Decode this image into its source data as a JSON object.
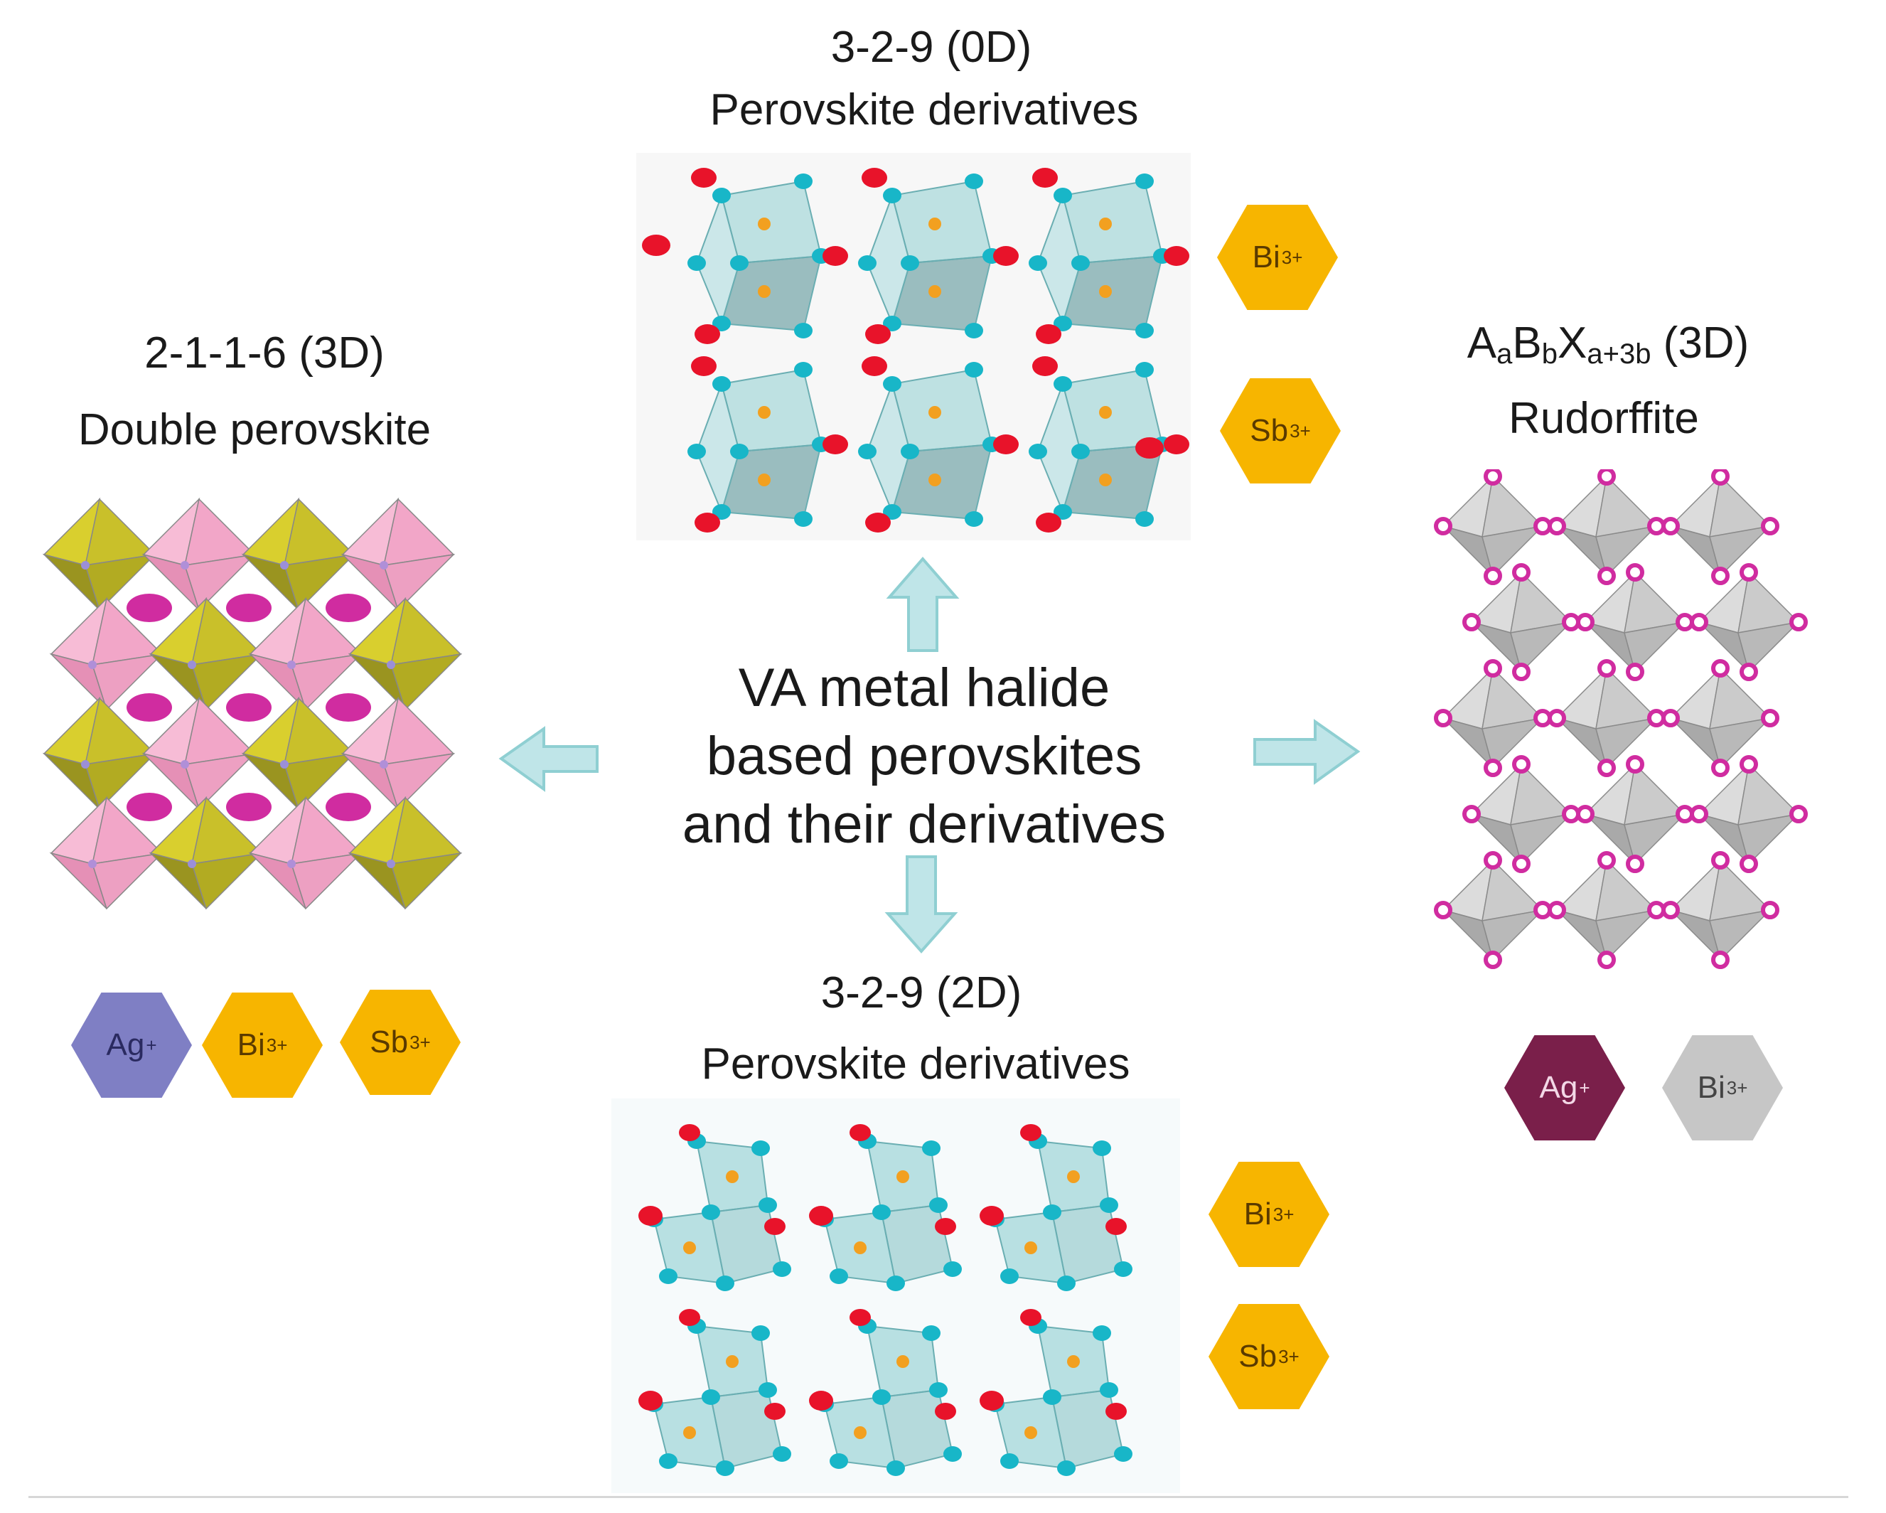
{
  "center": {
    "line1": "VA metal halide",
    "line2": "based perovskites",
    "line3": "and their derivatives"
  },
  "top": {
    "title": "3-2-9  (0D)",
    "subtitle": "Perovskite derivatives",
    "badges": [
      {
        "base": "Bi",
        "sup": "3+"
      },
      {
        "base": "Sb",
        "sup": "3+"
      }
    ]
  },
  "bottom": {
    "title": "3-2-9  (2D)",
    "subtitle": "Perovskite derivatives",
    "badges": [
      {
        "base": "Bi",
        "sup": "3+"
      },
      {
        "base": "Sb",
        "sup": "3+"
      }
    ]
  },
  "left": {
    "title": "2-1-1-6 (3D)",
    "subtitle": "Double perovskite",
    "badges": [
      {
        "base": "Ag",
        "sup": "+"
      },
      {
        "base": "Bi",
        "sup": "3+"
      },
      {
        "base": "Sb",
        "sup": "3+"
      }
    ]
  },
  "right": {
    "title_A": "A",
    "title_a": "a",
    "title_B": "B",
    "title_b": "b",
    "title_X": "X",
    "title_x": "a+3b",
    "title_suffix": " (3D)",
    "subtitle": "Rudorffite",
    "badges": [
      {
        "base": "Ag",
        "sup": "+"
      },
      {
        "base": "Bi",
        "sup": "3+"
      }
    ]
  },
  "colors": {
    "gold": "#f7b500",
    "teal": "#8fcfd2",
    "cyan_atom": "#18b6c8",
    "red_atom": "#e8132a",
    "yellow_oct": "#c9c02a",
    "pink_oct": "#f2a6c8",
    "magenta_atom": "#d02ca0",
    "grey_oct": "#c8c8c8",
    "purple_hex": "#7f7fc4",
    "maroon_hex": "#7a1f4a",
    "grey_hex": "#c6c6c6",
    "arrow": "#a9dbe0"
  }
}
